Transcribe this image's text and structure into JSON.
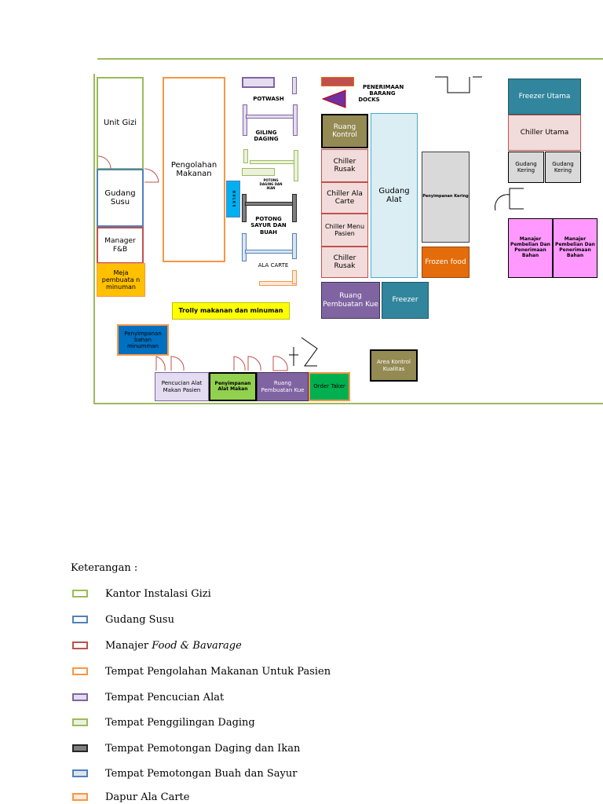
{
  "plan": {
    "unit_gizi": "Unit Gizi",
    "gudang_susu": "Gudang Susu",
    "manager_fb": "Manager F&B",
    "meja_pembuatan_minuman": "Meja pembuata n minuman",
    "pengolahan_makanan": "Pengolahan Makanan",
    "potwash": "POTWASH",
    "giling_daging": "GILING DAGING",
    "potong_daging_dan_ikan": "POTONG DAGING DAN IKAN",
    "potong_sayur_dan_buah": "POTONG SAYUR DAN BUAH",
    "ala_carte": "ALA CARTE",
    "bulk_label": "B U L K S",
    "penerimaan_barang": "PENERIMAAN BARANG",
    "docks": "DOCKS",
    "ruang_kontrol": "Ruang Kontrol",
    "chiller_rusak_1": "Chiller Rusak",
    "chiller_ala_carte": "Chiller Ala Carte",
    "chiller_menu_pasien": "Chiller Menu Pasien",
    "chiller_rusak_2": "Chiller Rusak",
    "gudang_alat": "Gudang Alat",
    "penyimpanan_kering": "Penyimpanan Kering",
    "frozen_food": "Frozen food",
    "ruang_pembuatan_kue_1": "Ruang Pembuatan Kue",
    "freezer": "Freezer",
    "freezer_utama": "Freezer Utama",
    "chiller_utama": "Chiller Utama",
    "gudang_kering_1": "Gudang Kering",
    "gudang_kering_2": "Gudang Kering",
    "manajer_pembelian_1": "Manajer Pembelian Dan Penerimaan Bahan",
    "manajer_pembelian_2": "Manajer Pembelian Dan Penerimaan Bahan",
    "trolly": "Trolly makanan dan minuman",
    "penyimpanan_bahan_minuman": "Penyimpanan bahan minumman",
    "pencucian_alat": "Pencucian Alat Makan Pasien",
    "penyimpanan_alat_makan": "Penyimpanan Alat Makan",
    "ruang_pembuatan_kue_2": "Ruang Pembuatan Kue",
    "order_taker": "Order Taker",
    "area_kontrol_kualitas": "Area Kontrol Kualitas"
  },
  "legend": {
    "title": "Keterangan :",
    "items": [
      {
        "text": "Kantor Instalasi Gizi",
        "color": "#9bbb59",
        "fill": "#ffffff"
      },
      {
        "text": "Gudang Susu",
        "color": "#4f81bd",
        "fill": "#ffffff"
      },
      {
        "text_plain": "Manajer ",
        "text_italic": "Food & Bavarage",
        "color": "#c0504d",
        "fill": "#ffffff"
      },
      {
        "text": "Tempat Pengolahan Makanan Untuk Pasien",
        "color": "#f79646",
        "fill": "#ffffff"
      },
      {
        "text": "Tempat Pencucian Alat",
        "color": "#8064a2",
        "fill": "#e4dcf0"
      },
      {
        "text": "Tempat Penggilingan Daging",
        "color": "#9bbb59",
        "fill": "#ebf1de"
      },
      {
        "text": "Tempat Pemotongan Daging dan Ikan",
        "color": "#262626",
        "fill": "#7f7f7f"
      },
      {
        "text": "Tempat Pemotongan Buah dan Sayur",
        "color": "#4f81bd",
        "fill": "#dbe5f1"
      },
      {
        "text": "Dapur Ala Carte",
        "color": "#f79646",
        "fill": "#fde9d9"
      }
    ]
  }
}
